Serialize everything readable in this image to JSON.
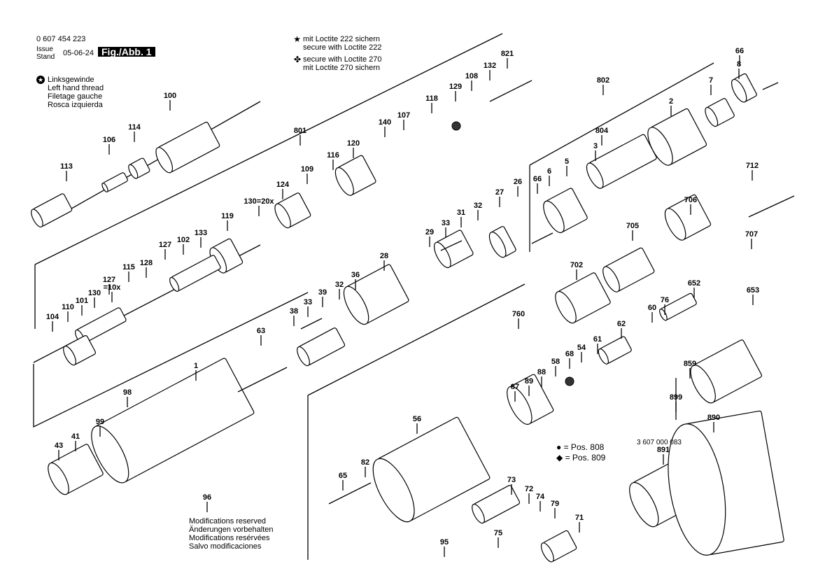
{
  "header": {
    "part_number": "0 607 454 223",
    "issue_label": "Issue",
    "stand_label": "Stand",
    "issue_date": "05-06-24",
    "figure": "Fig./Abb. 1"
  },
  "legend_left_hand": {
    "symbol": "star-in-circle",
    "lines": [
      "Linksgewinde",
      "Left hand thread",
      "Filetage gauche",
      "Rosca izquierda"
    ]
  },
  "legend_loctite": [
    {
      "symbol": "★",
      "lines": [
        "mit Loctite 222 sichern",
        "secure with Loctite 222"
      ]
    },
    {
      "symbol": "✤",
      "lines": [
        "secure with Loctite 270",
        "mit Loctite 270 sichern"
      ]
    }
  ],
  "position_legend": [
    {
      "symbol": "●",
      "text": "= Pos. 808"
    },
    {
      "symbol": "◆",
      "text": "= Pos. 809"
    }
  ],
  "modifications": [
    "Modifications reserved",
    "Änderungen vorbehalten",
    "Modifications resérvées",
    "Salvo modificaciones"
  ],
  "accessory_number": "3 607 000 083",
  "parts": [
    "821",
    "66",
    "132",
    "108",
    "129",
    "802",
    "7",
    "8",
    "118",
    "107",
    "2",
    "140",
    "801",
    "114",
    "100",
    "106",
    "120",
    "116",
    "109",
    "804",
    "3",
    "712",
    "113",
    "124",
    "130=20x",
    "66",
    "6",
    "5",
    "27",
    "26",
    "706",
    "119",
    "133",
    "31",
    "32",
    "33",
    "29",
    "705",
    "707",
    "102",
    "127",
    "28",
    "128",
    "115",
    "127",
    "=10x",
    "702",
    "652",
    "653",
    "36",
    "32",
    "39",
    "33",
    "130",
    "101",
    "110",
    "104",
    "38",
    "760",
    "76",
    "60",
    "62",
    "63",
    "54",
    "61",
    "68",
    "58",
    "88",
    "89",
    "87",
    "1",
    "98",
    "859",
    "899",
    "99",
    "56",
    "890",
    "41",
    "43",
    "82",
    "65",
    "73",
    "72",
    "74",
    "79",
    "71",
    "96",
    "95",
    "75",
    "891"
  ]
}
